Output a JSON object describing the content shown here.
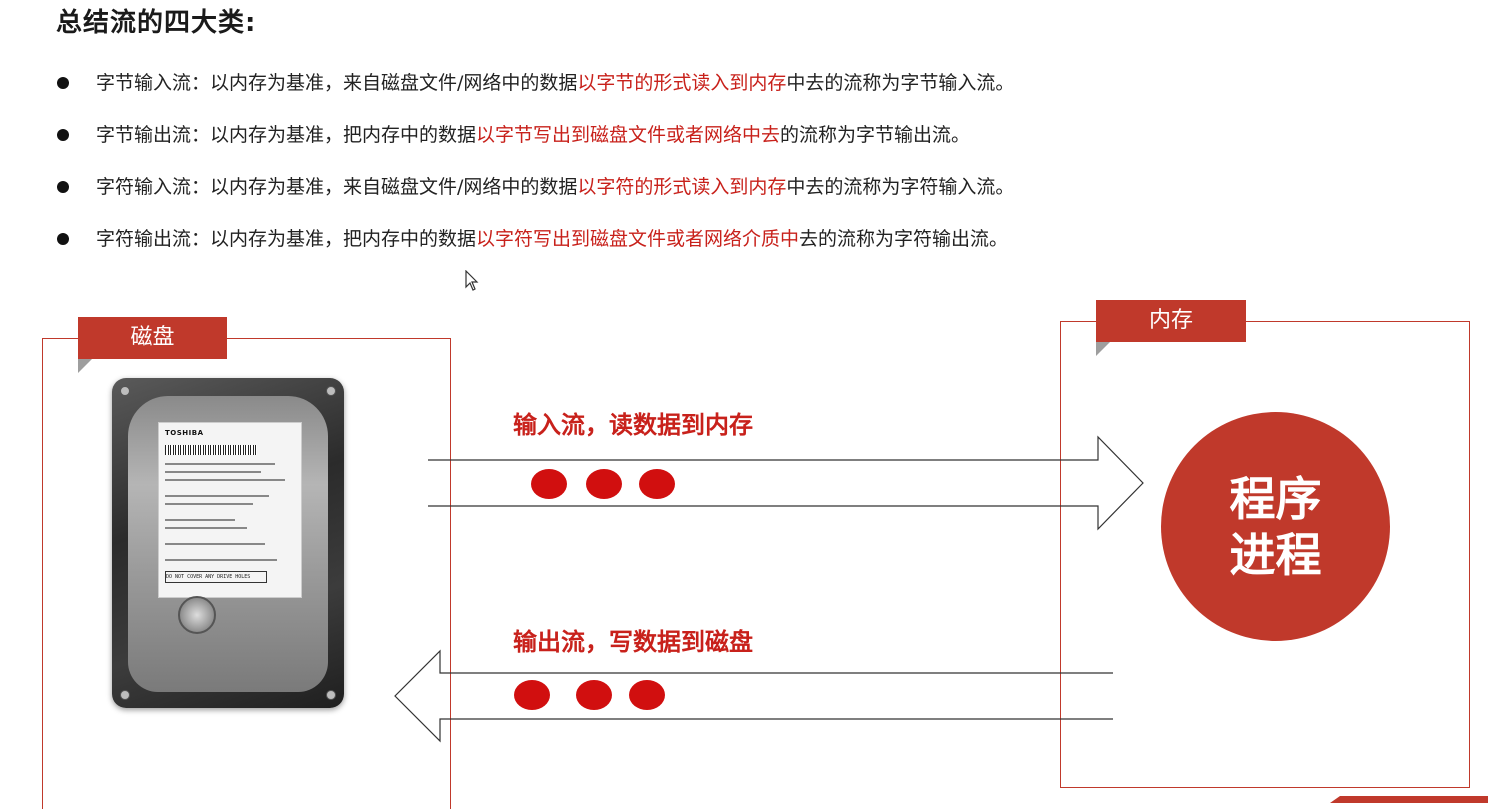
{
  "title": "总结流的四大类:",
  "bullets": [
    {
      "pre": "字节输入流：以内存为基准，来自磁盘文件/网络中的数据",
      "hl": "以字节的形式读入到内存",
      "post": "中去的流称为字节输入流。"
    },
    {
      "pre": "字节输出流：以内存为基准，把内存中的数据",
      "hl": "以字节写出到磁盘文件或者网络中去",
      "post": "的流称为字节输出流。"
    },
    {
      "pre": "字符输入流：以内存为基准，来自磁盘文件/网络中的数据",
      "hl": "以字符的形式读入到内存",
      "post": "中去的流称为字符输入流。"
    },
    {
      "pre": "字符输出流：以内存为基准，把内存中的数据",
      "hl": "以字符写出到磁盘文件或者网络介质中",
      "post": "去的流称为字符输出流。"
    }
  ],
  "diagram": {
    "disk_tab": "磁盘",
    "memory_tab": "内存",
    "process_line1": "程序",
    "process_line2": "进程",
    "input_flow": "输入流，读数据到内存",
    "output_flow": "输出流，写数据到磁盘",
    "hdd_brand": "TOSHIBA",
    "hdd_warning": "DO NOT COVER ANY DRIVE HOLES"
  },
  "colors": {
    "accent": "#c0392b",
    "highlight_text": "#c8211b"
  }
}
